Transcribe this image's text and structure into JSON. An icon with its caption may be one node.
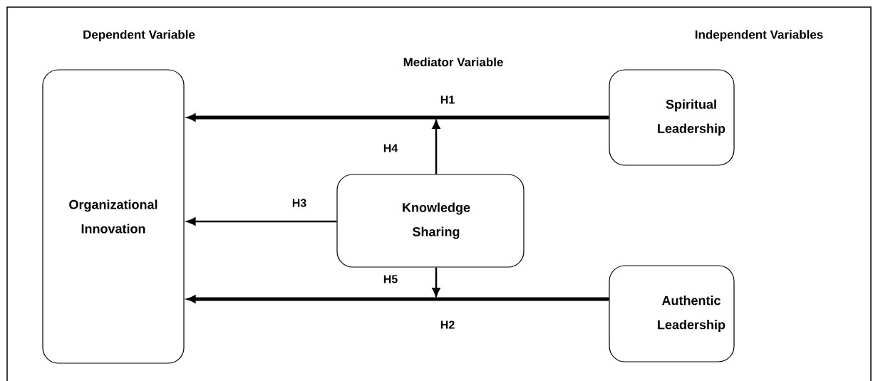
{
  "diagram": {
    "nodes": [
      {
        "text": [
          "Organizational Innovation"
        ]
      },
      {
        "text": [
          "Spiritual Leadership"
        ]
      },
      {
        "text": [
          "Knowledge Sharing"
        ]
      },
      {
        "text": [
          "Authentic Leadership"
        ]
      }
    ],
    "edges": [
      {
        "from": 1,
        "to": 0,
        "arrow": "to",
        "label": "H1",
        "style": "thick"
      },
      {
        "from": 3,
        "to": 0,
        "arrow": "to",
        "label": "H2",
        "style": "thick"
      },
      {
        "from": 2,
        "to": 0,
        "arrow": "to",
        "label": "H3"
      },
      {
        "from": 2,
        "to": null,
        "arrow": "to",
        "label": "H4"
      },
      {
        "from": 2,
        "to": null,
        "arrow": "to",
        "label": "H5"
      }
    ],
    "labels": [
      "Dependent Variable",
      "Mediator Variable",
      "Independent Variables"
    ]
  }
}
